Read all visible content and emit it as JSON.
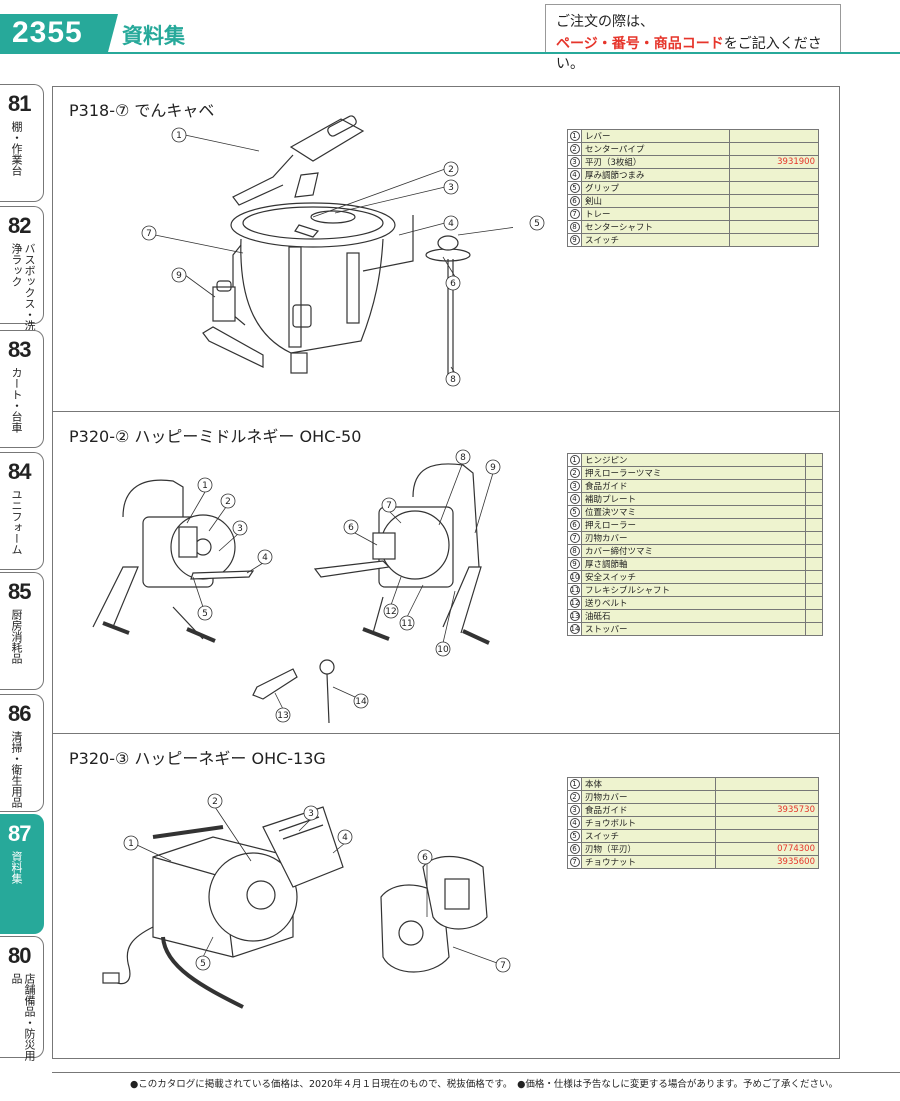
{
  "header": {
    "page_number": "2355",
    "section_title": "資料集",
    "notice_line1": "ご注文の際は、",
    "notice_highlight": "ページ・番号・商品コード",
    "notice_suffix": "をご記入ください。"
  },
  "side_tabs": [
    {
      "num": "81",
      "label": "棚・作業台"
    },
    {
      "num": "82",
      "label": "バスボックス・洗浄ラック"
    },
    {
      "num": "83",
      "label": "カート・台車"
    },
    {
      "num": "84",
      "label": "ユニフォーム"
    },
    {
      "num": "85",
      "label": "厨房消耗品"
    },
    {
      "num": "86",
      "label": "清掃・衛生用品"
    },
    {
      "num": "87",
      "label": "資料集"
    },
    {
      "num": "80",
      "label": "店舗備品・防災用品"
    }
  ],
  "sections": [
    {
      "title": "P318-⑦ でんキャベ",
      "parts": [
        {
          "no": "1",
          "name": "レバー",
          "code": ""
        },
        {
          "no": "2",
          "name": "センターパイプ",
          "code": ""
        },
        {
          "no": "3",
          "name": "平刃（3枚組）",
          "code": "3931900"
        },
        {
          "no": "4",
          "name": "厚み調節つまみ",
          "code": ""
        },
        {
          "no": "5",
          "name": "グリップ",
          "code": ""
        },
        {
          "no": "6",
          "name": "剣山",
          "code": ""
        },
        {
          "no": "7",
          "name": "トレー",
          "code": ""
        },
        {
          "no": "8",
          "name": "センターシャフト",
          "code": ""
        },
        {
          "no": "9",
          "name": "スイッチ",
          "code": ""
        }
      ]
    },
    {
      "title": "P320-② ハッピーミドルネギー OHC-50",
      "parts": [
        {
          "no": "1",
          "name": "ヒンジピン",
          "code": ""
        },
        {
          "no": "2",
          "name": "押えローラーツマミ",
          "code": ""
        },
        {
          "no": "3",
          "name": "食品ガイド",
          "code": ""
        },
        {
          "no": "4",
          "name": "補助プレート",
          "code": ""
        },
        {
          "no": "5",
          "name": "位置決ツマミ",
          "code": ""
        },
        {
          "no": "6",
          "name": "押えローラー",
          "code": ""
        },
        {
          "no": "7",
          "name": "刃物カバー",
          "code": ""
        },
        {
          "no": "8",
          "name": "カバー締付ツマミ",
          "code": ""
        },
        {
          "no": "9",
          "name": "厚さ調節軸",
          "code": ""
        },
        {
          "no": "10",
          "name": "安全スイッチ",
          "code": ""
        },
        {
          "no": "11",
          "name": "フレキシブルシャフト",
          "code": ""
        },
        {
          "no": "12",
          "name": "送りベルト",
          "code": ""
        },
        {
          "no": "13",
          "name": "油砥石",
          "code": ""
        },
        {
          "no": "14",
          "name": "ストッパー",
          "code": ""
        }
      ]
    },
    {
      "title": "P320-③ ハッピーネギー OHC-13G",
      "parts": [
        {
          "no": "1",
          "name": "本体",
          "code": ""
        },
        {
          "no": "2",
          "name": "刃物カバー",
          "code": ""
        },
        {
          "no": "3",
          "name": "食品ガイド",
          "code": "3935730"
        },
        {
          "no": "4",
          "name": "チョウボルト",
          "code": ""
        },
        {
          "no": "5",
          "name": "スイッチ",
          "code": ""
        },
        {
          "no": "6",
          "name": "刃物（平刃）",
          "code": "0774300"
        },
        {
          "no": "7",
          "name": "チョウナット",
          "code": "3935600"
        }
      ]
    }
  ],
  "callouts": {
    "s1": [
      "1",
      "2",
      "3",
      "4",
      "5",
      "6",
      "7",
      "8",
      "9"
    ],
    "s2": [
      "1",
      "2",
      "3",
      "4",
      "5",
      "6",
      "7",
      "8",
      "9",
      "10",
      "11",
      "12",
      "13",
      "14"
    ],
    "s3": [
      "1",
      "2",
      "3",
      "4",
      "5",
      "6",
      "7"
    ]
  },
  "footer": {
    "text": "●このカタログに掲載されている価格は、2020年４月１日現在のもので、税抜価格です。　●価格・仕様は予告なしに変更する場合があります。予めご了承ください。"
  }
}
